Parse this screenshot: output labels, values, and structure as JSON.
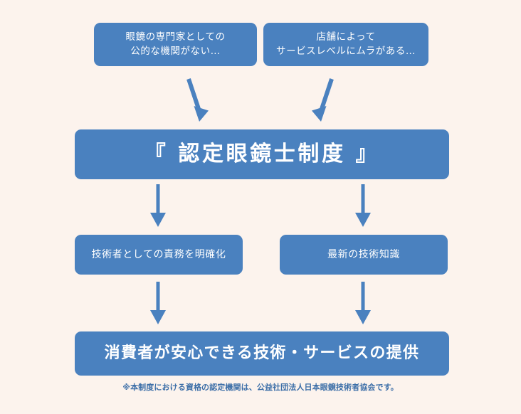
{
  "diagram": {
    "background_color": "#fcf3ed",
    "box_color": "#4a81bf",
    "text_color": "#ffffff",
    "footnote_color": "#3d6fa8",
    "concerns": [
      {
        "id": "no-public-institution",
        "line1": "眼鏡の専門家としての",
        "line2": "公的な機関がない…"
      },
      {
        "id": "service-level-varies",
        "line1": "店舗によって",
        "line2": "サービスレベルにムラがある…"
      }
    ],
    "system": {
      "id": "certified-optician-system",
      "label": "『 認定眼鏡士制度 』"
    },
    "benefits": [
      {
        "id": "clarify-responsibility",
        "label": "技術者としての責務を明確化"
      },
      {
        "id": "latest-technical-knowledge",
        "label": "最新の技術知識"
      }
    ],
    "outcome": {
      "id": "reliable-service",
      "label": "消費者が安心できる技術・サービスの提供"
    },
    "footnote": "※本制度における資格の認定機関は、公益社団法人日本眼鏡技術者協会です。",
    "arrows": [
      {
        "id": "concern-left-to-system",
        "kind": "diagonal-down-right"
      },
      {
        "id": "concern-right-to-system",
        "kind": "diagonal-down-left"
      },
      {
        "id": "system-to-benefit-left",
        "kind": "vertical-down"
      },
      {
        "id": "system-to-benefit-right",
        "kind": "vertical-down"
      },
      {
        "id": "benefit-left-to-outcome",
        "kind": "vertical-down"
      },
      {
        "id": "benefit-right-to-outcome",
        "kind": "vertical-down"
      }
    ]
  }
}
